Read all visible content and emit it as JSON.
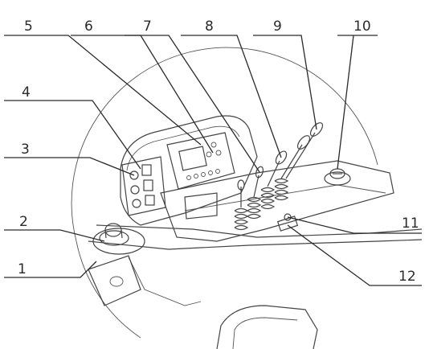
{
  "figure": {
    "callouts": [
      {
        "id": "c1",
        "label": "1"
      },
      {
        "id": "c2",
        "label": "2"
      },
      {
        "id": "c3",
        "label": "3"
      },
      {
        "id": "c4",
        "label": "4"
      },
      {
        "id": "c5",
        "label": "5"
      },
      {
        "id": "c6",
        "label": "6"
      },
      {
        "id": "c7",
        "label": "7"
      },
      {
        "id": "c8",
        "label": "8"
      },
      {
        "id": "c9",
        "label": "9"
      },
      {
        "id": "c10",
        "label": "10"
      },
      {
        "id": "c11",
        "label": "11"
      },
      {
        "id": "c12",
        "label": "12"
      }
    ]
  },
  "colors": {
    "line": "#2a2a2a",
    "background": "#ffffff"
  }
}
